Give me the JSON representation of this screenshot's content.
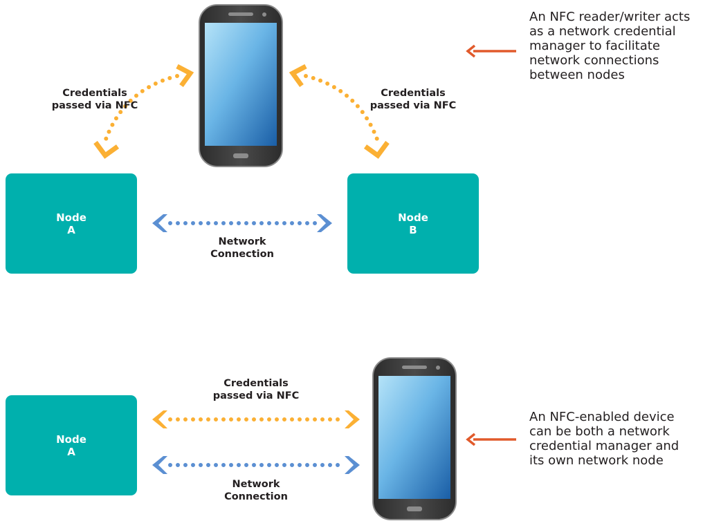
{
  "top": {
    "node_a": {
      "title": "Node",
      "letter": "A"
    },
    "node_b": {
      "title": "Node",
      "letter": "B"
    },
    "credentials_left": {
      "line1": "Credentials",
      "line2": "passed via NFC"
    },
    "credentials_right": {
      "line1": "Credentials",
      "line2": "passed via NFC"
    },
    "network": {
      "line1": "Network",
      "line2": "Connection"
    },
    "note": [
      "An NFC reader/writer acts",
      "as a network credential",
      "manager to facilitate",
      "network connections",
      "between nodes"
    ]
  },
  "bottom": {
    "node_a": {
      "title": "Node",
      "letter": "A"
    },
    "credentials": {
      "line1": "Credentials",
      "line2": "passed via NFC"
    },
    "network": {
      "line1": "Network",
      "line2": "Connection"
    },
    "note": [
      "An NFC-enabled device",
      "can be both a network",
      "credential manager and",
      "its own network node"
    ]
  },
  "colors": {
    "node": "#00b0ad",
    "credential_flow": "#fbb034",
    "network_flow": "#5b8fd2",
    "pointer_arrow": "#e15a2b",
    "phone_body": "#3a3a3a",
    "screen_top": "#a9dcf6",
    "screen_bottom": "#1a5ea6"
  }
}
